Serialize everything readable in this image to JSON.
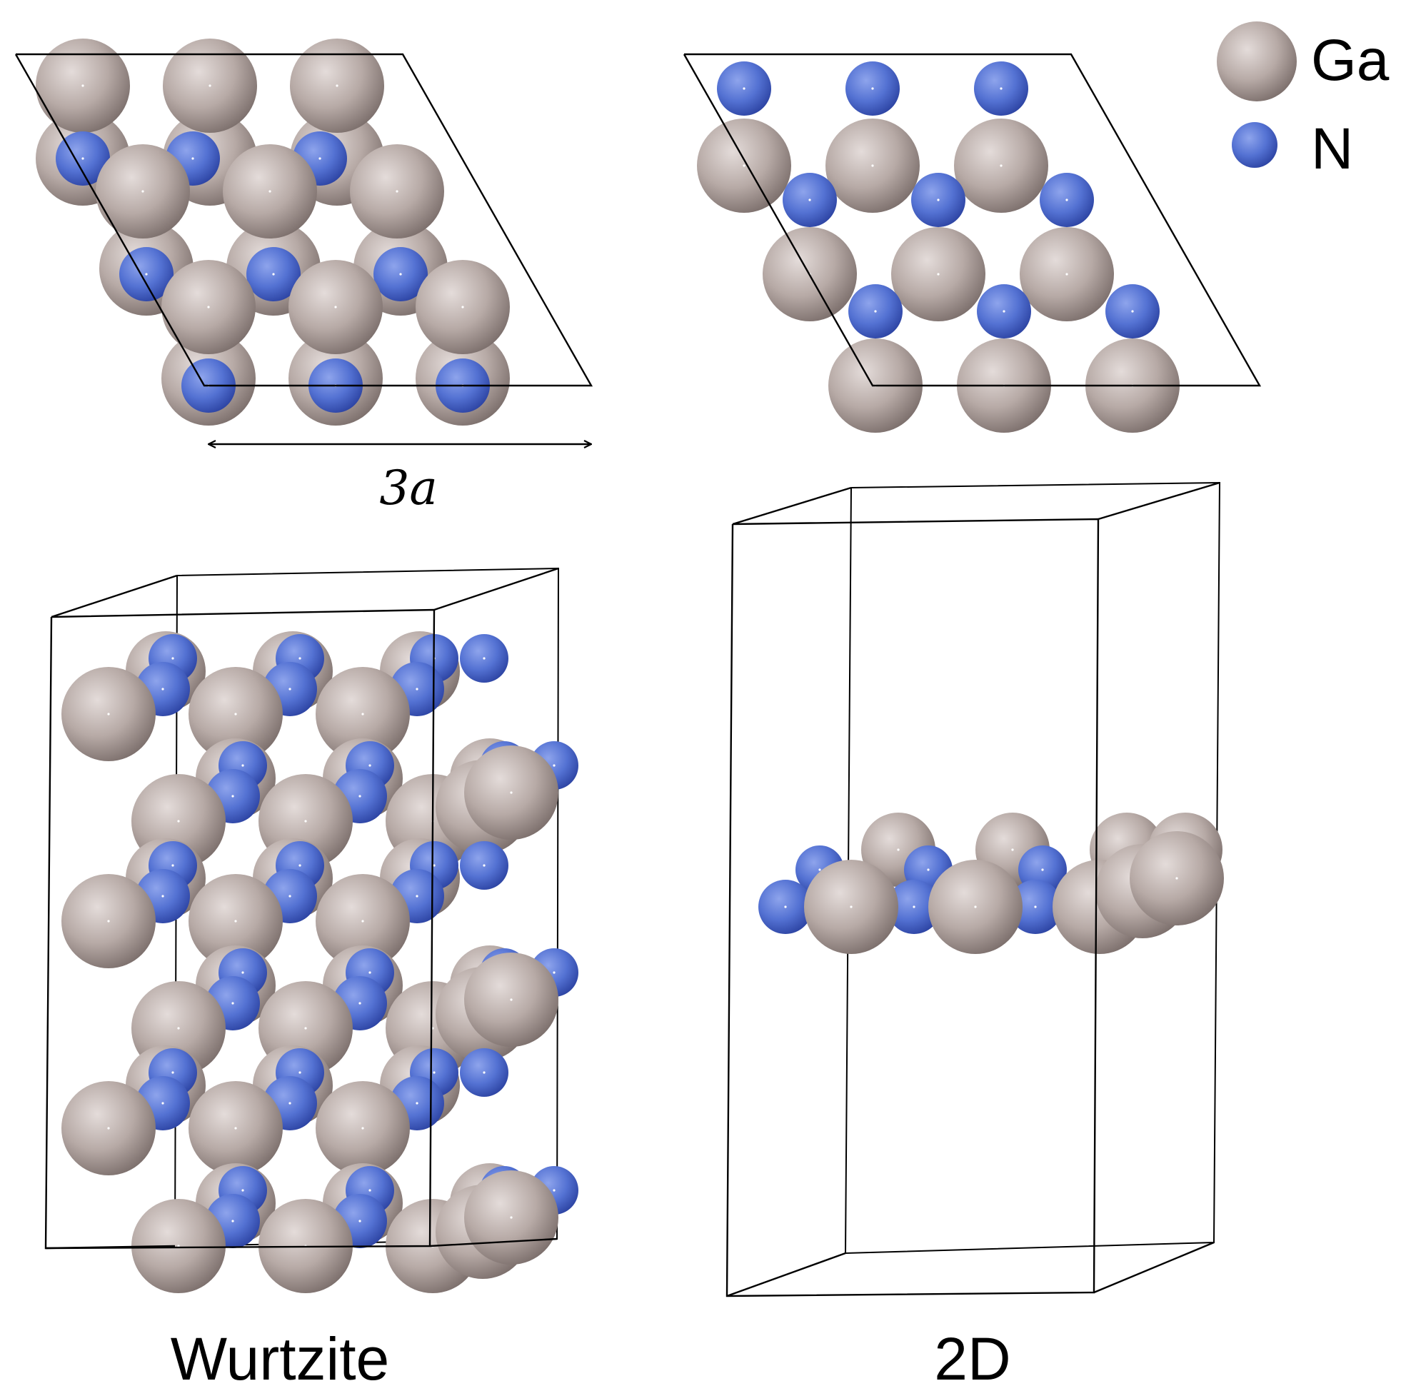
{
  "legend": {
    "items": [
      {
        "key": "ga",
        "label": "Ga"
      },
      {
        "key": "n",
        "label": "N"
      }
    ]
  },
  "species_colors": {
    "ga": {
      "base": "#b7aaa6",
      "light": "#e4dcda",
      "dark": "#7b6e6b"
    },
    "n": {
      "base": "#5472d3",
      "light": "#8ea4ec",
      "dark": "#2c43a2"
    }
  },
  "dimension": {
    "label": "3a"
  },
  "panels": {
    "wurtzite": {
      "label": "Wurtzite"
    },
    "two_d": {
      "label": "2D"
    }
  }
}
